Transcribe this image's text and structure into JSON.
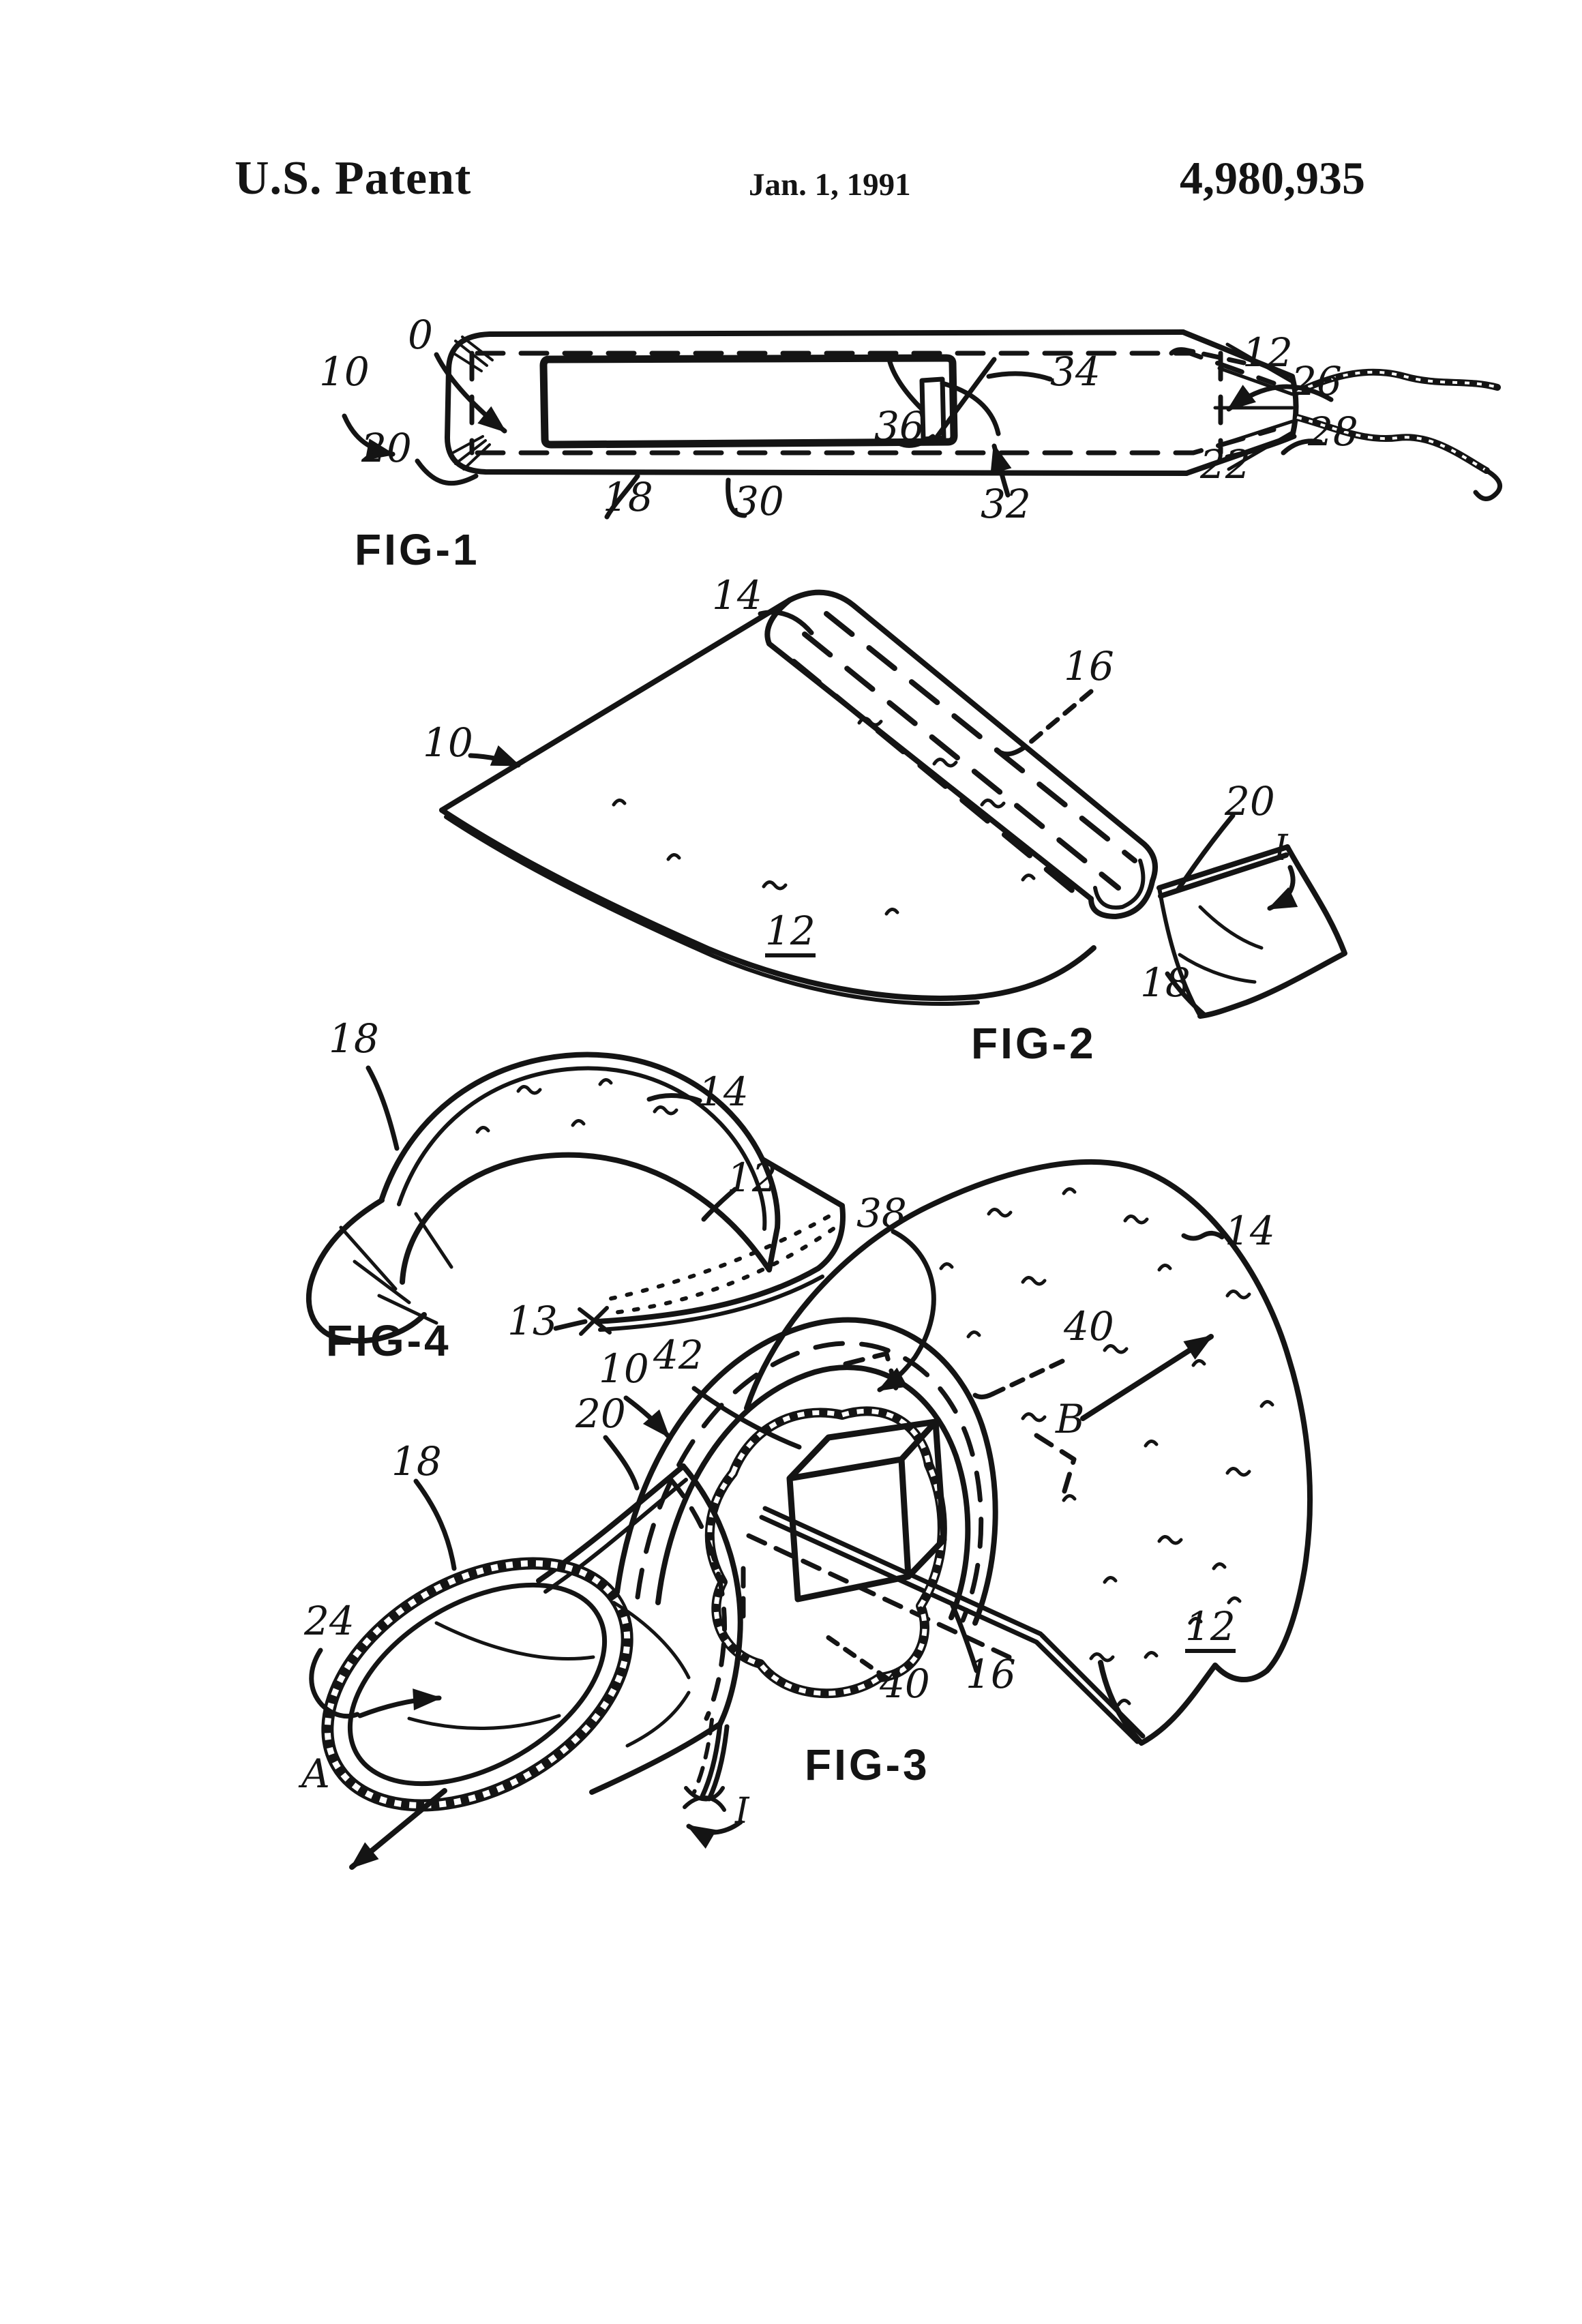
{
  "page": {
    "background": "#ffffff",
    "ink": "#141414"
  },
  "header": {
    "title": "U.S. Patent",
    "date": "Jan. 1, 1991",
    "patent_number": "4,980,935"
  },
  "fig1": {
    "caption": "FIG-1",
    "labels": {
      "n0": "0",
      "n10": "10",
      "n20": "20",
      "n18": "18",
      "n30": "30",
      "n36": "36",
      "n34": "34",
      "n32": "32",
      "n22": "22",
      "n12": "12",
      "n26": "26",
      "n28": "28"
    }
  },
  "fig2": {
    "caption": "FIG-2",
    "labels": {
      "n14": "14",
      "n16": "16",
      "n10": "10",
      "n12": "12",
      "n20": "20",
      "nI": "I",
      "n18": "18"
    }
  },
  "fig4": {
    "caption": "FIG-4",
    "labels": {
      "n18": "18",
      "n14": "14",
      "n12": "12",
      "n13": "13"
    }
  },
  "fig3": {
    "caption": "FIG-3",
    "labels": {
      "n38": "38",
      "n14": "14",
      "n40a": "40",
      "nB": "B",
      "n42": "42",
      "n10": "10",
      "n20": "20",
      "n18": "18",
      "n24": "24",
      "nA": "A",
      "n40b": "40",
      "n16": "16",
      "n12": "12",
      "nI": "I"
    }
  }
}
